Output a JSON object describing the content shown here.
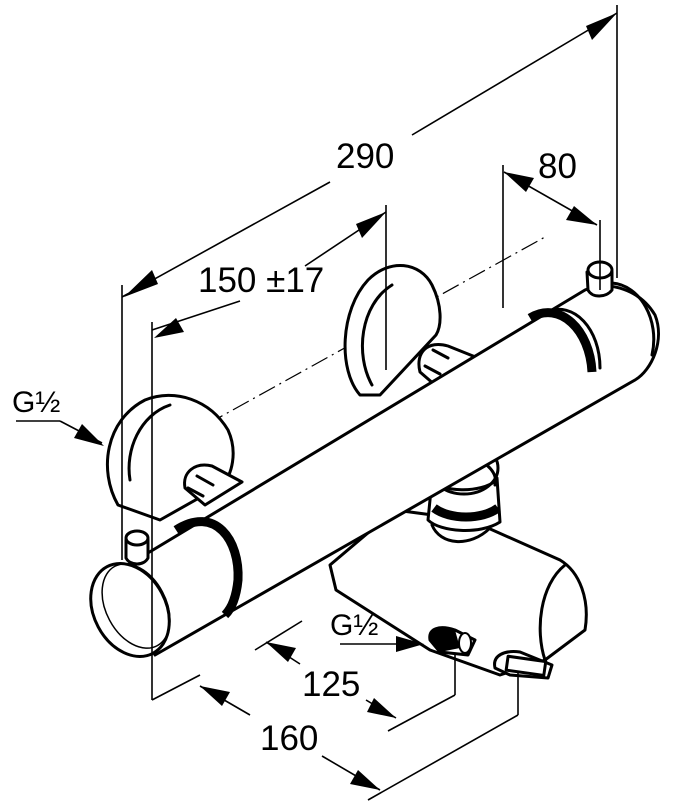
{
  "drawing": {
    "subject": "Thermostatic bath mixer, wall-mounted, exposed",
    "units": "mm",
    "line_color": "#000000",
    "background_color": "#ffffff"
  },
  "dimensions": {
    "overall_length": "290",
    "inlet_spacing": "150 ±17",
    "spindle_offset": "80",
    "spout_outlet_projection": "125",
    "spout_projection": "160"
  },
  "threads": {
    "inlet_label": "G½",
    "outlet_label": "G½"
  }
}
